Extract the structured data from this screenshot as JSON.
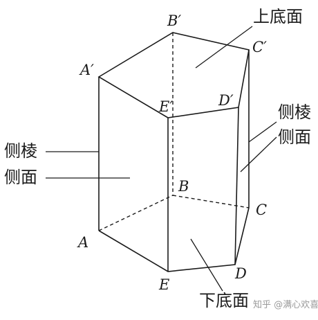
{
  "vertices": {
    "A": "A",
    "B": "B",
    "C": "C",
    "D": "D",
    "E": "E",
    "A_prime": "A′",
    "B_prime": "B′",
    "C_prime": "C′",
    "D_prime": "D′",
    "E_prime": "E′"
  },
  "labels": {
    "top_base": "上底面",
    "bottom_base": "下底面",
    "lateral_edge_left": "侧棱",
    "lateral_face_left": "侧面",
    "lateral_edge_right": "侧棱",
    "lateral_face_right": "侧面"
  },
  "watermark": "知乎 @满心欢喜",
  "colors": {
    "ink": "#1a1a1a",
    "watermark": "#9a9a9a",
    "background": "#ffffff"
  }
}
